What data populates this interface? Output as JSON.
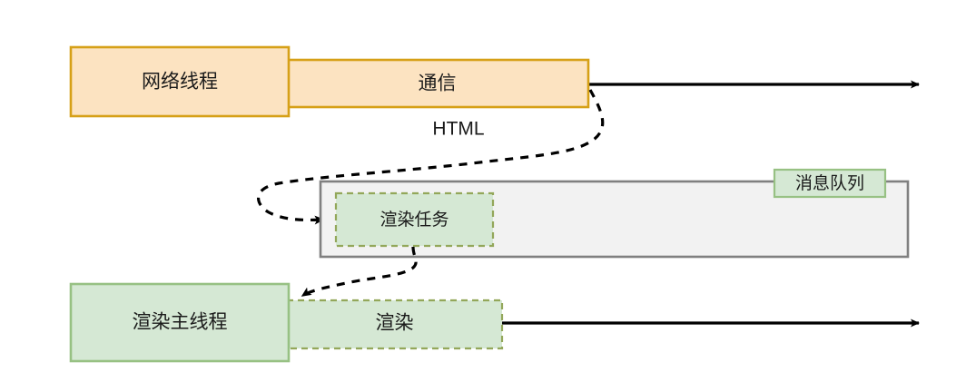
{
  "diagram": {
    "title": "browser-thread-message-queue-diagram",
    "colors": {
      "orange_fill": "#FCE3C1",
      "orange_stroke": "#D6A017",
      "green_fill": "#D5E8D4",
      "green_stroke": "#97C183",
      "green_dash_stroke": "#93A75A",
      "gray_fill": "#F2F2F2",
      "gray_stroke": "#808080",
      "arrow_color": "#000000",
      "text_color": "#1A1A1A"
    },
    "lanes": [
      {
        "id": "network-thread",
        "label": "网络线程",
        "task_label": "通信",
        "style": "orange"
      },
      {
        "id": "render-main-thread",
        "label": "渲染主线程",
        "task_label": "渲染",
        "style": "green"
      }
    ],
    "queue": {
      "label": "消息队列",
      "items": [
        {
          "label": "渲染任务"
        }
      ]
    },
    "edges": [
      {
        "id": "html-edge",
        "label": "HTML",
        "from": "通信",
        "to": "渲染任务",
        "style": "dashed"
      },
      {
        "id": "task-dispatch-edge",
        "label": "",
        "from": "渲染任务",
        "to": "渲染",
        "style": "dashed"
      }
    ],
    "timelines": [
      {
        "id": "network-timeline",
        "lane": "网络线程"
      },
      {
        "id": "render-timeline",
        "lane": "渲染主线程"
      }
    ]
  }
}
